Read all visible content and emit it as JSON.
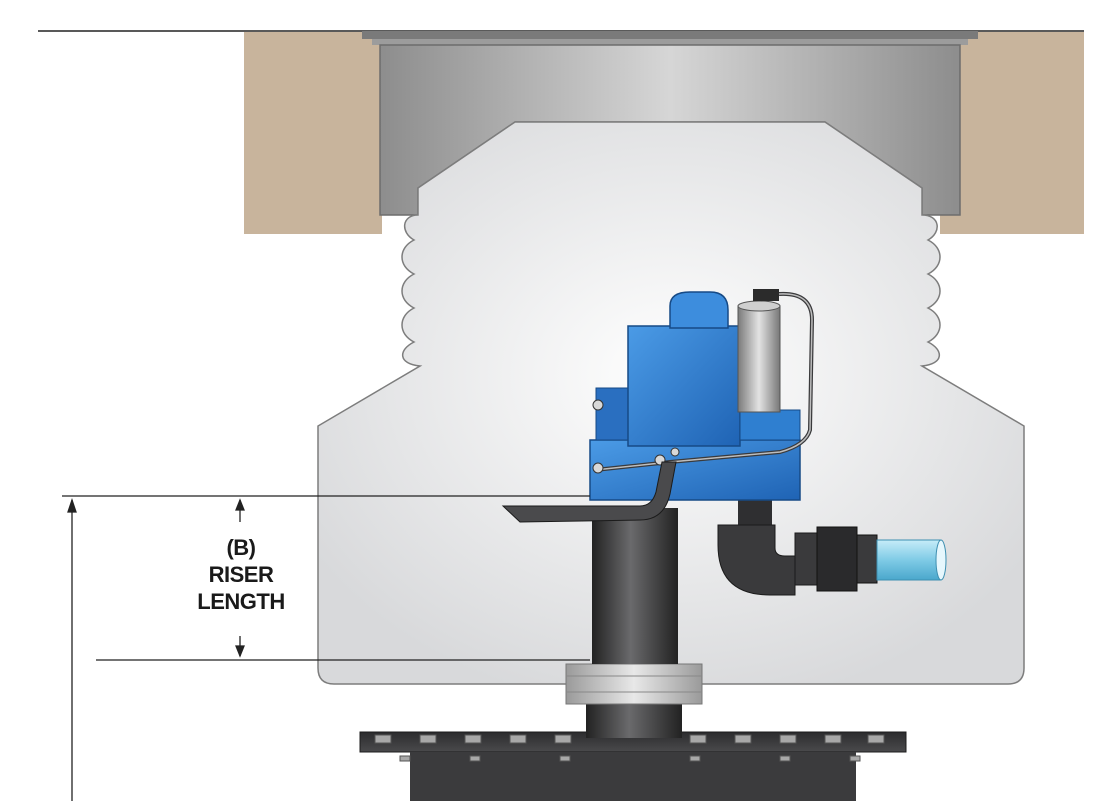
{
  "dimension": {
    "code": "(B)",
    "line1": "RISER",
    "line2": "LENGTH"
  },
  "colors": {
    "soil": "#c8b49c",
    "lid_metal": "#a9a9a9",
    "sump_body": "#e6e7e9",
    "pump_blue": "#2f7fd0",
    "pipe_dark": "#3a3a3c",
    "water_pipe": "#8fd1ea"
  }
}
